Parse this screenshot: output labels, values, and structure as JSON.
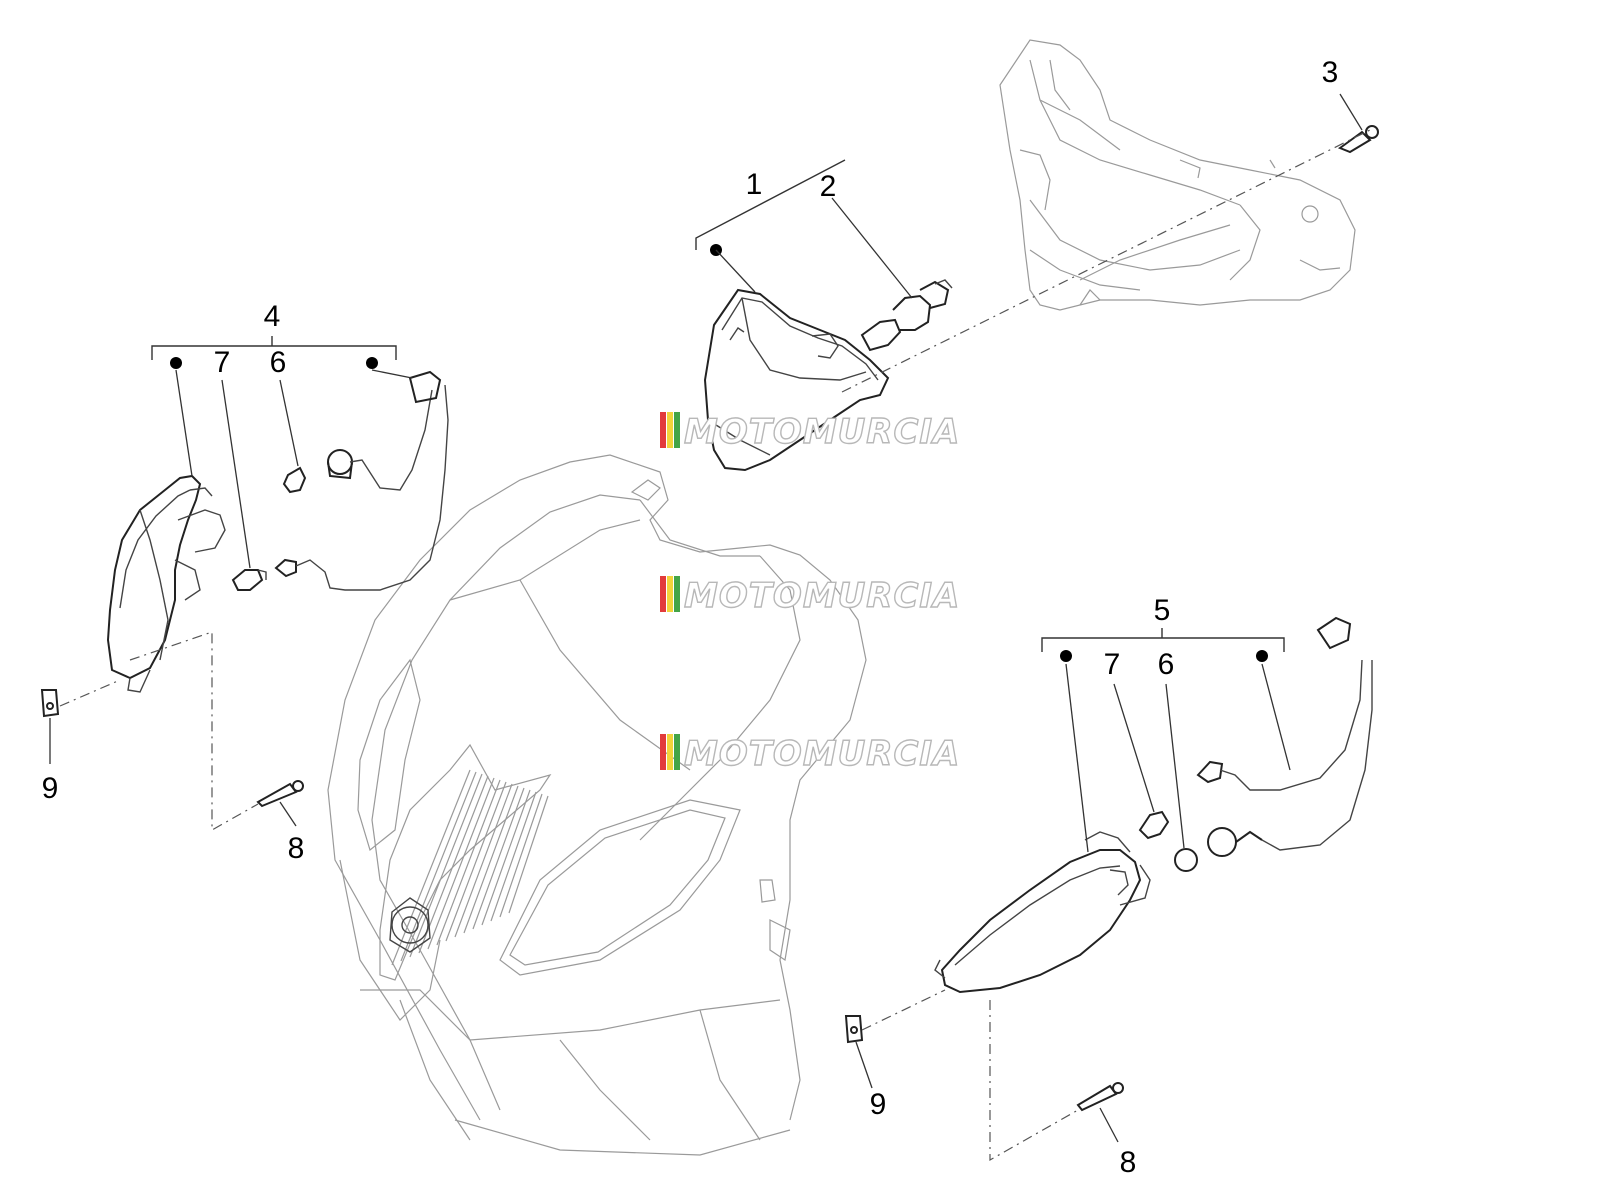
{
  "watermark": {
    "text": "MOTOMURCIA",
    "stripe_colors": [
      "#e23b3b",
      "#f2d43b",
      "#44a547"
    ]
  },
  "labels": {
    "p1": "1",
    "p2": "2",
    "p3": "3",
    "p4": "4",
    "p5": "5",
    "p6_left": "6",
    "p6_right": "6",
    "p7_left": "7",
    "p7_right": "7",
    "p8_left": "8",
    "p8_right": "8",
    "p9_left": "9",
    "p9_right": "9"
  }
}
